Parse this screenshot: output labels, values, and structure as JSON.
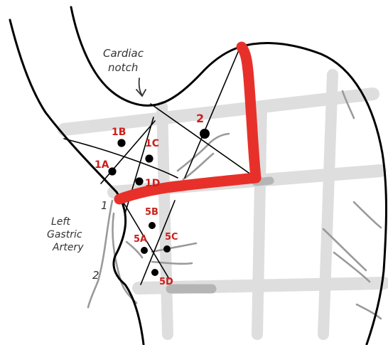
{
  "annotations": {
    "cardiac_notch": [
      "Cardiac",
      "notch"
    ],
    "left_gastric_artery": [
      "Left",
      "Gastric",
      "Artery"
    ],
    "line_1": "1",
    "line_2": "2"
  },
  "stations": {
    "s1B": "1B",
    "s1C": "1C",
    "s1A": "1A",
    "s1D": "1D",
    "s2": "2",
    "s5B": "5B",
    "s5A": "5A",
    "s5C": "5C",
    "s5D": "5D"
  },
  "colors": {
    "outline": "#000000",
    "resection_line": "#e8302b",
    "label_red": "#cc1f1a",
    "grid": "#d9d9d9",
    "vessel": "#9a9a9a"
  }
}
